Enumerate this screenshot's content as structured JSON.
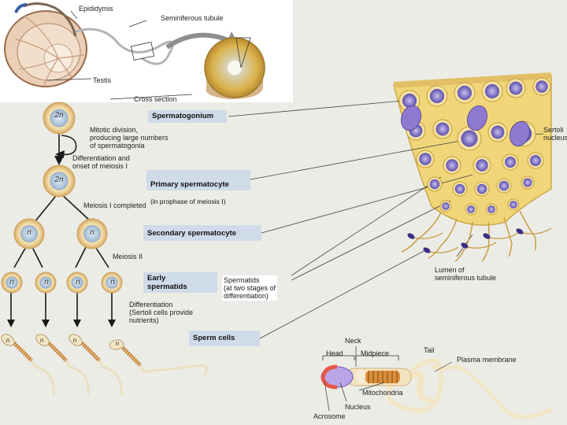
{
  "top_labels": {
    "epididymis": "Epididymis",
    "seminiferous_tubule": "Seminiferous tubule",
    "testis": "Testis",
    "cross_section": "Cross section"
  },
  "stages": {
    "spermatogonium": "Spermatogonium",
    "mitotic_note": "Mitotic division,\nproducing large numbers\nof spermatogonia",
    "differentiation_note": "Differentiation and\nonset of meiosis I",
    "primary_title": "Primary spermatocyte",
    "primary_sub": "(in prophase of meiosis I)",
    "meiosis1_note": "Meiosis I completed",
    "secondary": "Secondary spermatocyte",
    "meiosis2_note": "Meiosis II",
    "early_spermatids": "Early\nspermatids",
    "spermatids_note": "Spermatids\n(at two stages of\ndifferentiation)",
    "final_differentiation": "Differentiation\n(Sertoli cells provide\nnutrients)",
    "sperm_cells": "Sperm cells"
  },
  "ploidy": {
    "diploid": "2n",
    "haploid": "n"
  },
  "tissue_labels": {
    "sertoli_nucleus": "Sertoli\nnucleus",
    "lumen": "Lumen of\nseminiferous tubule"
  },
  "sperm_parts": {
    "neck": "Neck",
    "head": "Head",
    "midpiece": "Midpiece",
    "tail": "Tail",
    "plasma_membrane": "Plasma membrane",
    "mitochondria": "Mitochondria",
    "nucleus": "Nucleus",
    "acrosome": "Acrosome"
  }
}
